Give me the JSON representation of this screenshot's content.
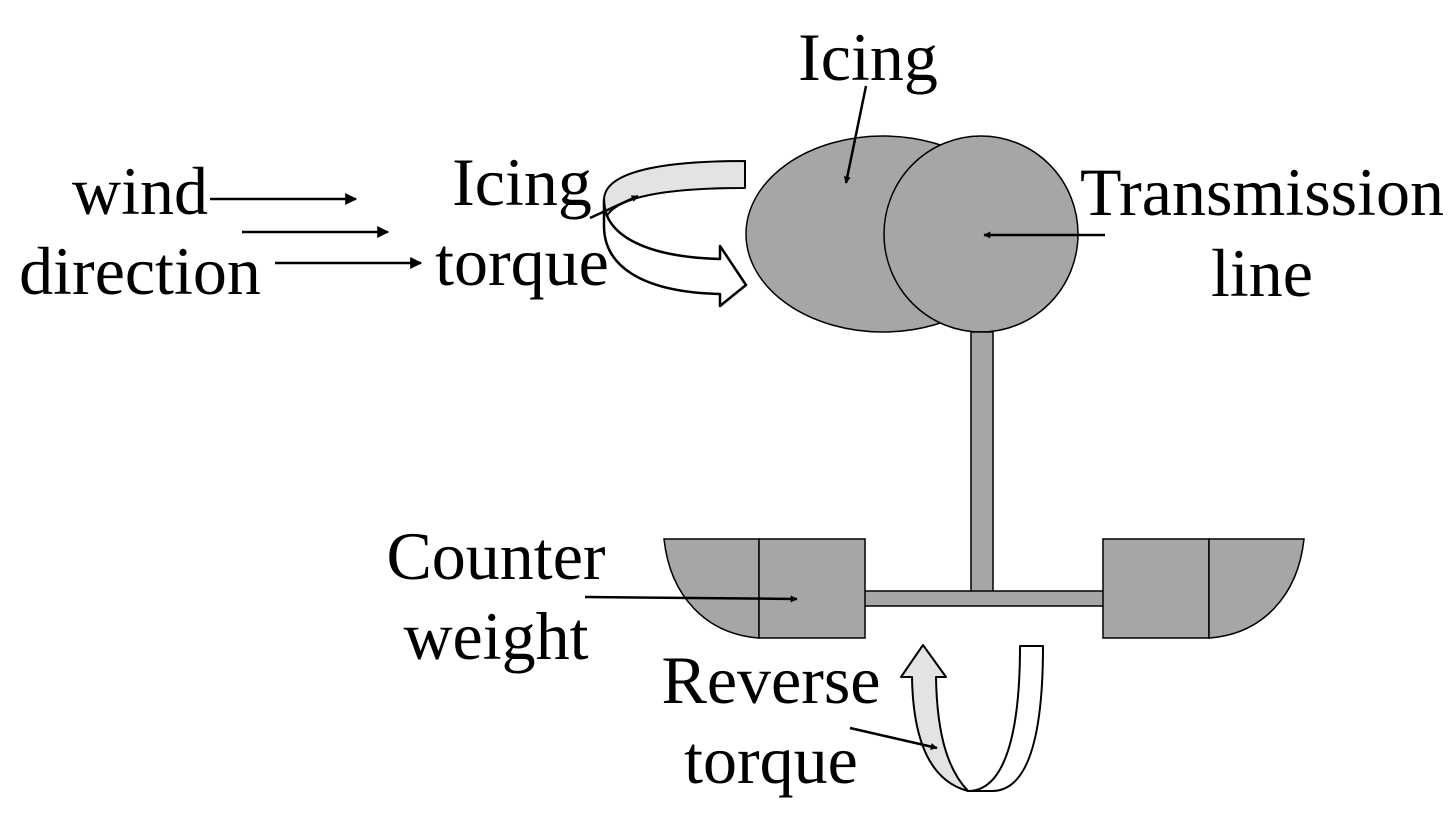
{
  "diagram": {
    "labels": {
      "icing_top": "Icing",
      "wind_line1": "wind",
      "wind_line2": "direction",
      "icing_torque_line1": "Icing",
      "icing_torque_line2": "torque",
      "transmission_line1": "Transmission",
      "transmission_line2": "line",
      "counter_line1": "Counter",
      "counter_line2": "weight",
      "reverse_line1": "Reverse",
      "reverse_line2": "torque"
    },
    "colors": {
      "fill_gray": "#a6a6a6",
      "light_gray": "#e3e3e3",
      "stroke": "#000000"
    }
  }
}
